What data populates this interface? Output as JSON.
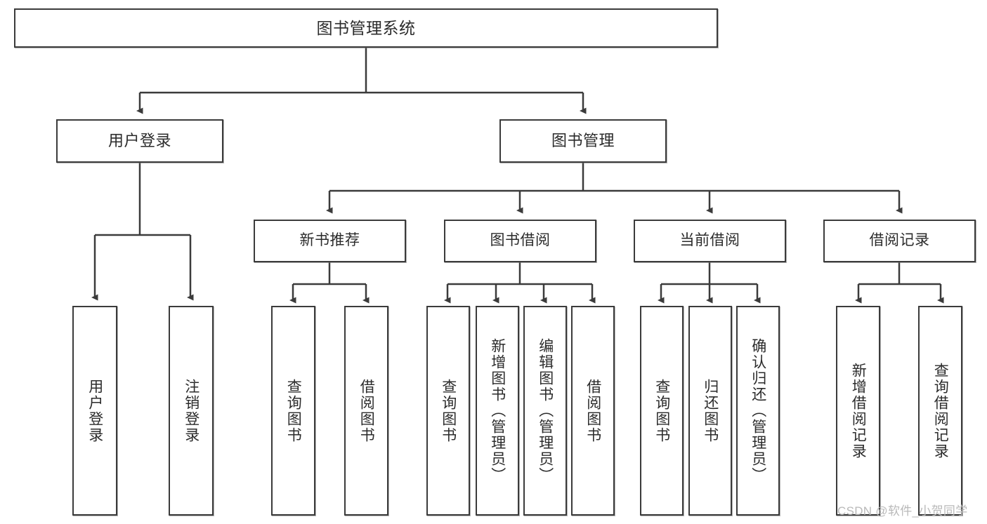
{
  "diagram": {
    "title": "图书管理系统",
    "type": "tree",
    "watermark": "CSDN @软件_小贺同学",
    "line_color": "#3b3b3b",
    "box_fill": "#ffffff",
    "text_color": "#2b2b2b"
  },
  "root": {
    "label": "图书管理系统"
  },
  "level2": [
    {
      "label": "用户登录"
    },
    {
      "label": "图书管理"
    }
  ],
  "level3": [
    {
      "label": "新书推荐"
    },
    {
      "label": "图书借阅"
    },
    {
      "label": "当前借阅"
    },
    {
      "label": "借阅记录"
    }
  ],
  "leaves": {
    "user_login": [
      {
        "label": "用户登录"
      },
      {
        "label": "注销登录"
      }
    ],
    "new_book": [
      {
        "label": "查询图书"
      },
      {
        "label": "借阅图书"
      }
    ],
    "book_borrow": [
      {
        "label": "查询图书"
      },
      {
        "label": "新增图书（管理员）"
      },
      {
        "label": "编辑图书（管理员）"
      },
      {
        "label": "借阅图书"
      }
    ],
    "current_borrow": [
      {
        "label": "查询图书"
      },
      {
        "label": "归还图书"
      },
      {
        "label": "确认归还（管理员）"
      }
    ],
    "borrow_record": [
      {
        "label": "新增借阅记录"
      },
      {
        "label": "查询借阅记录"
      }
    ]
  }
}
